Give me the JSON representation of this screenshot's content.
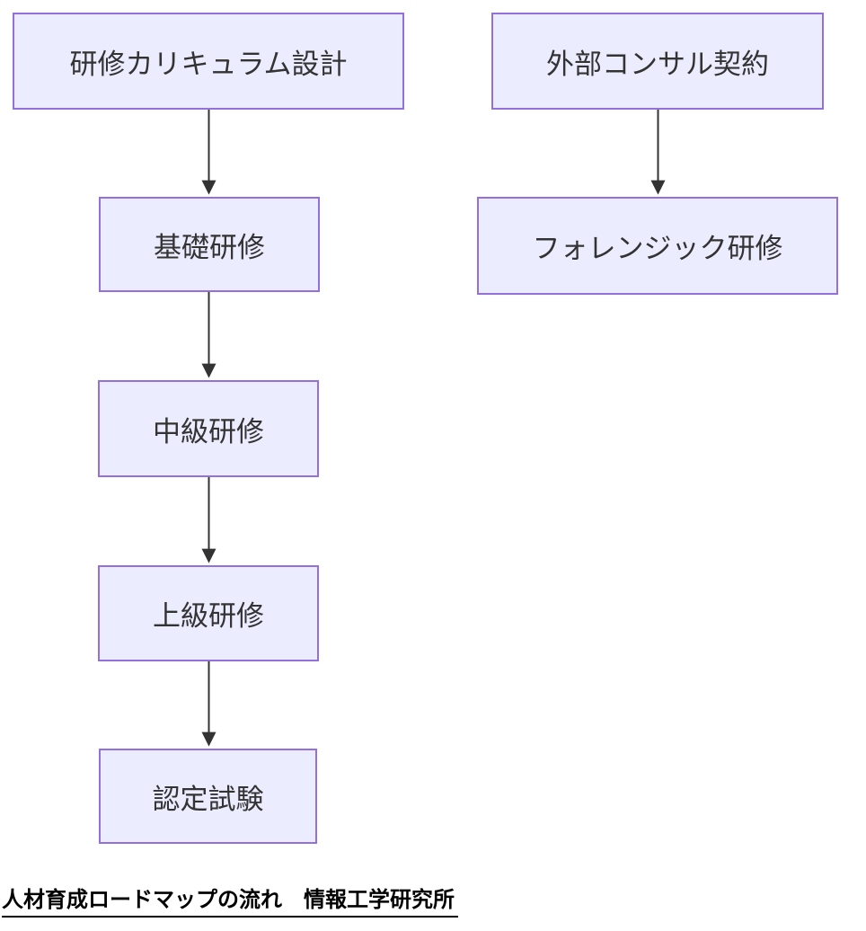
{
  "diagram": {
    "type": "flowchart",
    "nodes": [
      {
        "id": "curriculum",
        "label": "研修カリキュラム設計"
      },
      {
        "id": "basic",
        "label": "基礎研修"
      },
      {
        "id": "intermediate",
        "label": "中級研修"
      },
      {
        "id": "advanced",
        "label": "上級研修"
      },
      {
        "id": "exam",
        "label": "認定試験"
      },
      {
        "id": "consultant",
        "label": "外部コンサル契約"
      },
      {
        "id": "forensic",
        "label": "フォレンジック研修"
      }
    ],
    "edges": [
      {
        "from": "研修カリキュラム設計",
        "to": "基礎研修"
      },
      {
        "from": "基礎研修",
        "to": "中級研修"
      },
      {
        "from": "中級研修",
        "to": "上級研修"
      },
      {
        "from": "上級研修",
        "to": "認定試験"
      },
      {
        "from": "外部コンサル契約",
        "to": "フォレンジック研修"
      }
    ],
    "caption": "人材育成ロードマップの流れ　情報工学研究所",
    "colors": {
      "node_fill": "#ECECFF",
      "node_border": "#9370DB",
      "node_text": "#333333",
      "arrow": "#333333",
      "caption_text": "#000000"
    }
  }
}
